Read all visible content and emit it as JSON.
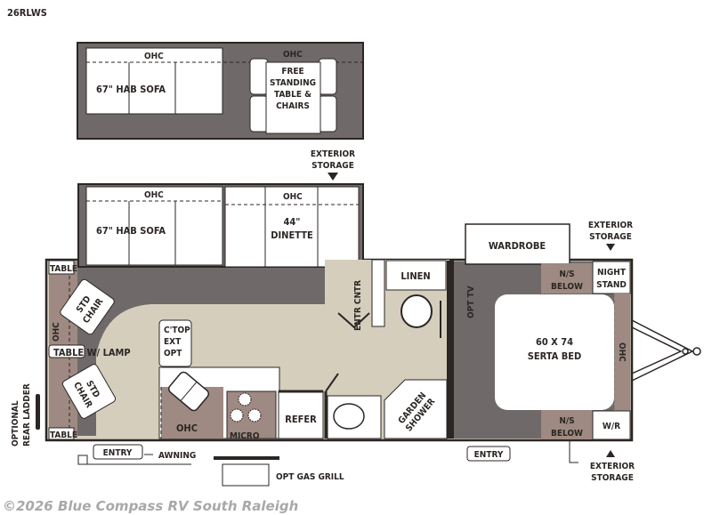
{
  "model": "26RLWS",
  "colors": {
    "floor": "#d6cebd",
    "slide_floor": "#6f6a69",
    "storage": "#9e8a82",
    "furniture": "#ffffff",
    "wall": "#2b2624",
    "watermark": "#9a9a9a"
  },
  "top_slide": {
    "ohc_left": "OHC",
    "ohc_right": "OHC",
    "sofa": "67\" HAB SOFA",
    "table": [
      "FREE",
      "STANDING",
      "TABLE &",
      "CHAIRS"
    ]
  },
  "main_slide": {
    "ohc_left": "OHC",
    "ohc_right": "OHC",
    "sofa": "67\" HAB SOFA",
    "dinette": [
      "44\"",
      "DINETTE"
    ],
    "exterior_storage": [
      "EXTERIOR",
      "STORAGE"
    ]
  },
  "living": {
    "table_top": "TABLE",
    "table_bottom": "TABLE",
    "chair_top": [
      "STD",
      "CHAIR"
    ],
    "chair_bottom": [
      "STD",
      "CHAIR"
    ],
    "ohc_rear": "OHC",
    "table_lamp": "TABLE W/ LAMP",
    "ladder": [
      "OPTIONAL",
      "REAR LADDER"
    ],
    "ctop": [
      "C'TOP",
      "EXT",
      "OPT"
    ],
    "entertainment": "ENTR CNTR"
  },
  "kitchen": {
    "ohc": "OHC",
    "micro": "MICRO",
    "refer": "REFER",
    "grill": "OPT GAS GRILL"
  },
  "bath": {
    "linen": "LINEN",
    "shower": [
      "GARDEN",
      "SHOWER"
    ]
  },
  "bedroom": {
    "wardrobe": "WARDROBE",
    "opt_tv": "OPT TV",
    "bed": [
      "60 X 74",
      "SERTA BED"
    ],
    "ns_top": [
      "N/S",
      "BELOW"
    ],
    "ns_bottom": [
      "N/S",
      "BELOW"
    ],
    "night_stand": [
      "NIGHT",
      "STAND"
    ],
    "wr": "W/R",
    "ohc": "OHC",
    "ext_storage_top": [
      "EXTERIOR",
      "STORAGE"
    ],
    "ext_storage_bottom": [
      "EXTERIOR",
      "STORAGE"
    ]
  },
  "exterior": {
    "entry_rear": "ENTRY",
    "awning": "AWNING",
    "entry_front": "ENTRY"
  },
  "watermark": "©2026 Blue Compass RV South Raleigh"
}
